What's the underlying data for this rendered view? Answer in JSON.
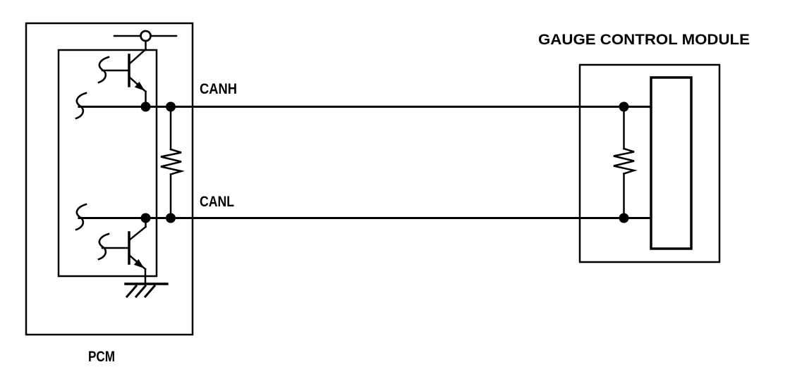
{
  "diagram": {
    "kind": "CAN bus wiring schematic",
    "background_color": "#ffffff",
    "line_color": "#000000",
    "labels": {
      "pcm": "PCM",
      "gauge_module": "GAUGE CONTROL MODULE",
      "canh": "CANH",
      "canl": "CANL"
    },
    "components": {
      "pcm": [
        "power-symbol",
        "npn-transistor-high-driver",
        "npn-transistor-low-driver",
        "termination-resistor",
        "ground-symbol",
        "wire-break-squiggles",
        "junction-dots"
      ],
      "gauge_module": [
        "termination-resistor",
        "transceiver-block",
        "junction-dots"
      ],
      "bus_wires": [
        "CANH",
        "CANL"
      ]
    }
  }
}
